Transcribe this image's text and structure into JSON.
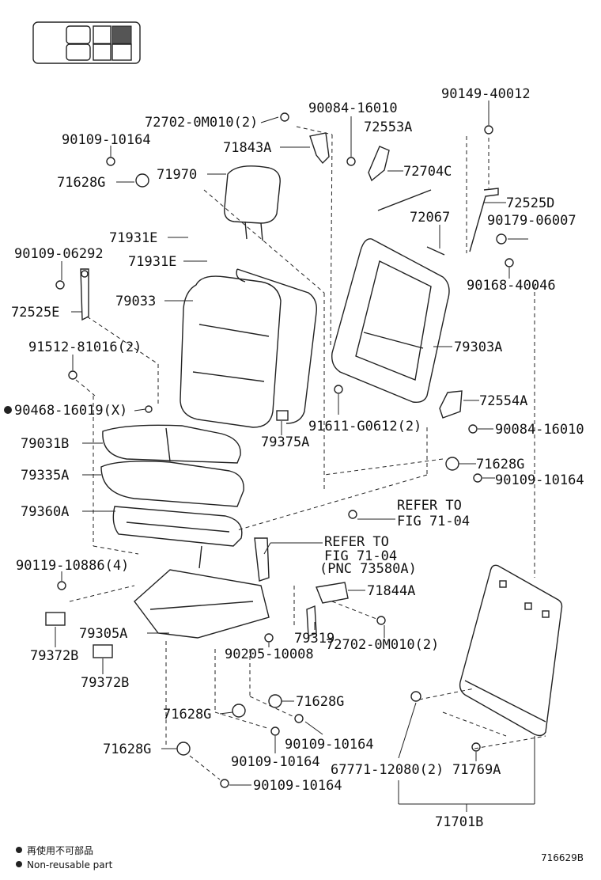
{
  "labels": {
    "p72702_top": "72702-0M010(2)",
    "p90084_top": "90084-16010",
    "p90149": "90149-40012",
    "p90109_10164_top": "90109-10164",
    "p72553A": "72553A",
    "p71843A": "71843A",
    "p71628G_top": "71628G",
    "p71970": "71970",
    "p72704C": "72704C",
    "p72525D": "72525D",
    "p72067": "72067",
    "p90179": "90179-06007",
    "p71931E_a": "71931E",
    "p71931E_b": "71931E",
    "p90109_06292": "90109-06292",
    "p90168": "90168-40046",
    "p79033": "79033",
    "p72525E": "72525E",
    "p79303A": "79303A",
    "p91512": "91512-81016(2)",
    "p72554A": "72554A",
    "p90468": "90468-16019(X)",
    "p91611": "91611-G0612(2)",
    "p90084_mid": "90084-16010",
    "p79031B": "79031B",
    "p79375A": "79375A",
    "p71628G_mid": "71628G",
    "p79335A": "79335A",
    "p90109_10164_mid": "90109-10164",
    "p79360A": "79360A",
    "refer1_line1": "REFER TO",
    "refer1_line2": "FIG 71-04",
    "refer2_line1": "REFER TO",
    "refer2_line2": "FIG 71-04",
    "refer2_line3": "(PNC 73580A)",
    "p90119": "90119-10886(4)",
    "p71844A": "71844A",
    "p79305A": "79305A",
    "p79319": "79319",
    "p72702_bot": "72702-0M010(2)",
    "p79372B_a": "79372B",
    "p90205": "90205-10008",
    "p79372B_b": "79372B",
    "p71628G_bl1": "71628G",
    "p71628G_bl2": "71628G",
    "p71628G_bl3": "71628G",
    "p90109_10164_bl1": "90109-10164",
    "p90109_10164_bl2": "90109-10164",
    "p90109_10164_bl3": "90109-10164",
    "p67771": "67771-12080(2)",
    "p71769A": "71769A",
    "p71701B": "71701B"
  },
  "legend": {
    "line1": "再使用不可部品",
    "line2": "Non-reusable part"
  },
  "figure_number": "716629B"
}
